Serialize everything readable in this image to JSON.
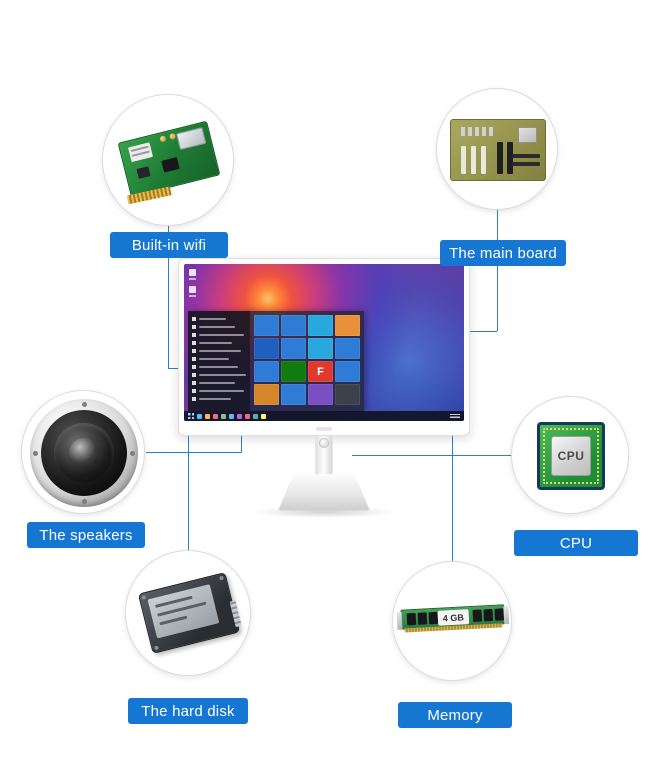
{
  "colors": {
    "accent": "#1677d2",
    "line": "#2d7fd0"
  },
  "callouts": {
    "wifi": {
      "label": "Built-in wifi"
    },
    "mainboard": {
      "label": "The main board"
    },
    "speakers": {
      "label": "The speakers"
    },
    "cpu": {
      "label": "CPU"
    },
    "harddisk": {
      "label": "The hard disk"
    },
    "memory": {
      "label": "Memory"
    }
  },
  "components": {
    "cpu_chip_text": "CPU",
    "ram_module_text": "4 GB"
  },
  "monitor": {
    "app_list_rows": 11,
    "start_tiles": [
      {
        "color": "#2e7cd6"
      },
      {
        "color": "#2e7cd6"
      },
      {
        "color": "#29a8e0"
      },
      {
        "color": "#e8913a"
      },
      {
        "color": "#1f5fc0"
      },
      {
        "color": "#2e7cd6"
      },
      {
        "color": "#29a8e0"
      },
      {
        "color": "#2e7cd6"
      },
      {
        "color": "#2e7cd6"
      },
      {
        "color": "#107c10"
      },
      {
        "color": "#e03a30",
        "glyph": "F"
      },
      {
        "color": "#2e7cd6"
      },
      {
        "color": "#d4882a"
      },
      {
        "color": "#2e7cd6"
      },
      {
        "color": "#7b4fc4"
      },
      {
        "color": "#3c4048"
      }
    ],
    "taskbar_icon_colors": [
      "#4fc3f7",
      "#ffb74d",
      "#e57373",
      "#81c784",
      "#64b5f6",
      "#ba68c8",
      "#f06292",
      "#4db6ac",
      "#fff176"
    ]
  }
}
